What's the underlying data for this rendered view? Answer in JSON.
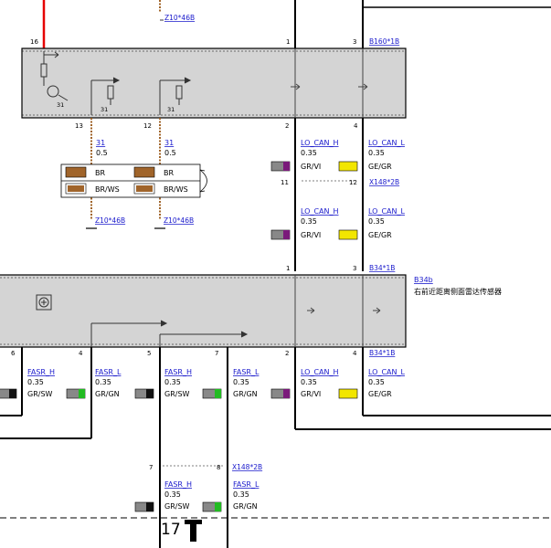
{
  "top": {
    "conn_ref": "Z10*46B",
    "right_ref": "B160*1B"
  },
  "module1": {
    "pins": {
      "p16": "16",
      "p1": "1",
      "p3": "3",
      "p13": "13",
      "p12": "12",
      "p2": "2",
      "p4": "4"
    },
    "ground1": "31",
    "ground2": "31",
    "ground3": "31"
  },
  "mid": {
    "w_l1": {
      "name": "31",
      "size": "0.5"
    },
    "w_l2": {
      "name": "31",
      "size": "0.5"
    },
    "conn_rows": [
      {
        "a": "BR",
        "b": "BR"
      },
      {
        "a": "BR/WS",
        "b": "BR/WS"
      }
    ],
    "ref_left": "Z10*46B",
    "ref_right": "Z10*46B",
    "can1": {
      "name": "LO_CAN_H",
      "size": "0.35",
      "color": "GR/VI"
    },
    "can2": {
      "name": "LO_CAN_L",
      "size": "0.35",
      "color": "GE/GR"
    },
    "pin11": "11",
    "pin12": "12",
    "ref_x": "X148*2B",
    "can3": {
      "name": "LO_CAN_H",
      "size": "0.35",
      "color": "GR/VI"
    },
    "can4": {
      "name": "LO_CAN_L",
      "size": "0.35",
      "color": "GE/GR"
    }
  },
  "sensor": {
    "pin1": "1",
    "pin3": "3",
    "ref_top": "B34*1B",
    "name": "B34b",
    "desc": "右前近距离侧面雷达传感器",
    "pins_bottom": {
      "p6": "6",
      "p4": "4",
      "p5": "5",
      "p7": "7",
      "p2": "2",
      "p4b": "4"
    },
    "ref_bottom": "B34*1B"
  },
  "lower": [
    {
      "name": "FASR_H",
      "size": "0.35",
      "color": "GR/SW"
    },
    {
      "name": "FASR_L",
      "size": "0.35",
      "color": "GR/GN"
    },
    {
      "name": "FASR_H",
      "size": "0.35",
      "color": "GR/SW"
    },
    {
      "name": "FASR_L",
      "size": "0.35",
      "color": "GR/GN"
    },
    {
      "name": "LO_CAN_H",
      "size": "0.35",
      "color": "GR/VI"
    },
    {
      "name": "LO_CAN_L",
      "size": "0.35",
      "color": "GE/GR"
    }
  ],
  "bottom": {
    "pin7": "7",
    "pin8": "8",
    "ref": "X148*2B",
    "w1": {
      "name": "FASR_H",
      "size": "0.35",
      "color": "GR/SW"
    },
    "w2": {
      "name": "FASR_L",
      "size": "0.35",
      "color": "GR/GN"
    },
    "splice": "17"
  },
  "colors": {
    "green": "#22bb22",
    "yellow": "#f2e600",
    "purple": "#7a1a7a",
    "brown": "#a0642a",
    "red": "#e60000",
    "box": "#d4d4d4"
  }
}
